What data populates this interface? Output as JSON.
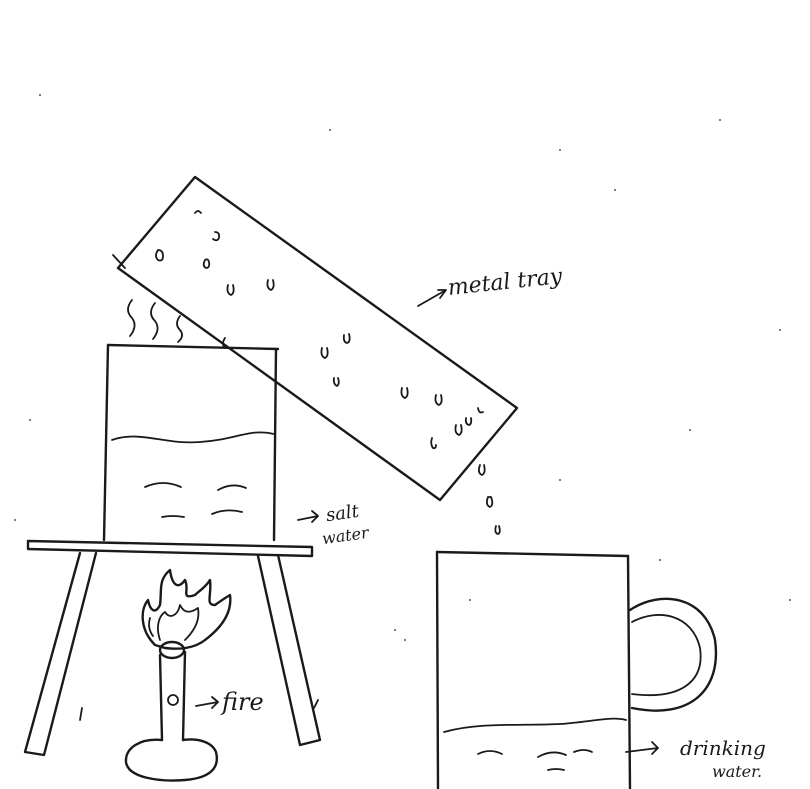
{
  "labels": {
    "metal_tray": "metal tray",
    "salt_water_line1": "salt",
    "salt_water_line2": "water",
    "fire": "fire",
    "drinking_water_line1": "drinking",
    "drinking_water_line2": "water."
  },
  "colors": {
    "ink": "#1a1a1a",
    "paper": "#ffffff"
  }
}
